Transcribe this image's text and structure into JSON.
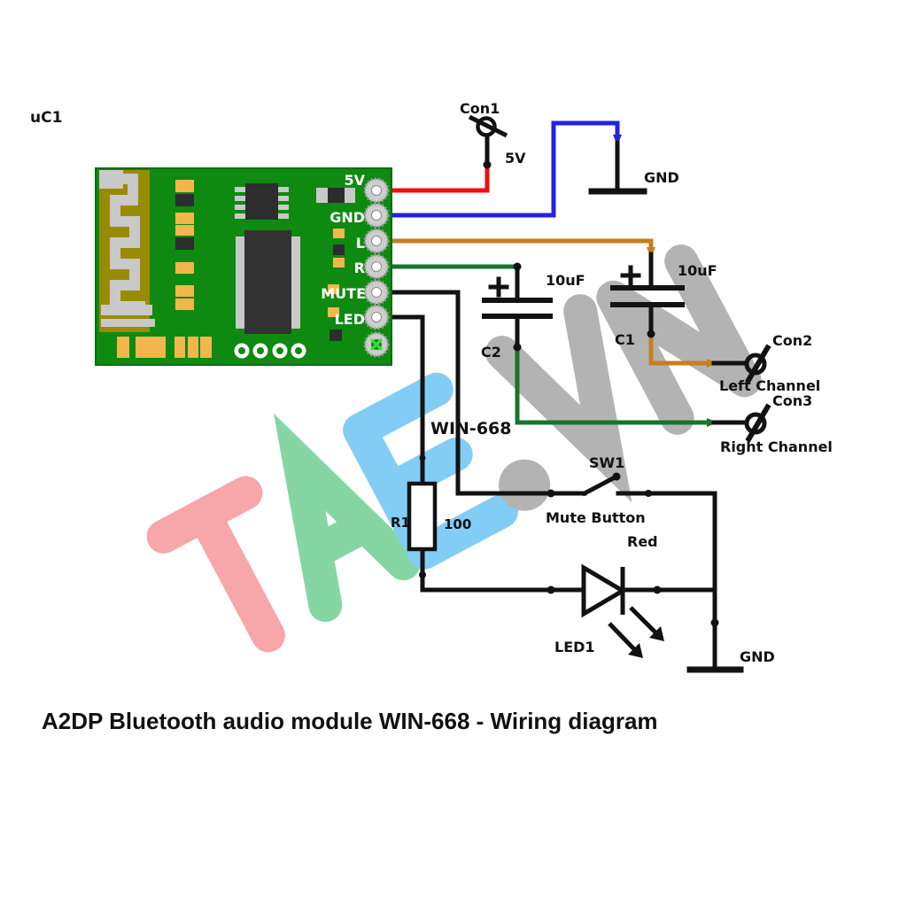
{
  "title": "A2DP Bluetooth audio module WIN-668 - Wiring diagram",
  "module": {
    "designator": "uC1",
    "name": "WIN-668",
    "pins": [
      "5V",
      "GND",
      "L",
      "R",
      "MUTE",
      "LED"
    ]
  },
  "connectors": {
    "con1": {
      "label": "Con1",
      "net": "5V"
    },
    "con2": {
      "label": "Con2",
      "net": "Left Channel"
    },
    "con3": {
      "label": "Con3",
      "net": "Right Channel"
    }
  },
  "capacitors": {
    "c1": {
      "label": "C1",
      "value": "10uF"
    },
    "c2": {
      "label": "C2",
      "value": "10uF"
    }
  },
  "resistor": {
    "label": "R1",
    "value": "100"
  },
  "switch": {
    "label": "SW1",
    "caption": "Mute Button"
  },
  "led": {
    "label": "LED1",
    "caption": "Red"
  },
  "grounds": {
    "top": "GND",
    "bottom": "GND"
  },
  "watermark": {
    "text": "TAE.VN"
  },
  "colors": {
    "wire_5v": "#f20c0c",
    "wire_gnd": "#2323e0",
    "wire_left": "#c87d1f",
    "wire_right": "#17742e",
    "circuit": "#121212",
    "pcb": "#0e8a11",
    "pcb_pad": "#f2b64d",
    "antenna_base": "#9a8b07",
    "silver": "#c9c9c9",
    "chip": "#2d2d2d",
    "wm_pink": "#f7a6aa",
    "wm_green": "#86d6a4",
    "wm_blue": "#82cdf5",
    "wm_gray": "#b3b3b3"
  }
}
